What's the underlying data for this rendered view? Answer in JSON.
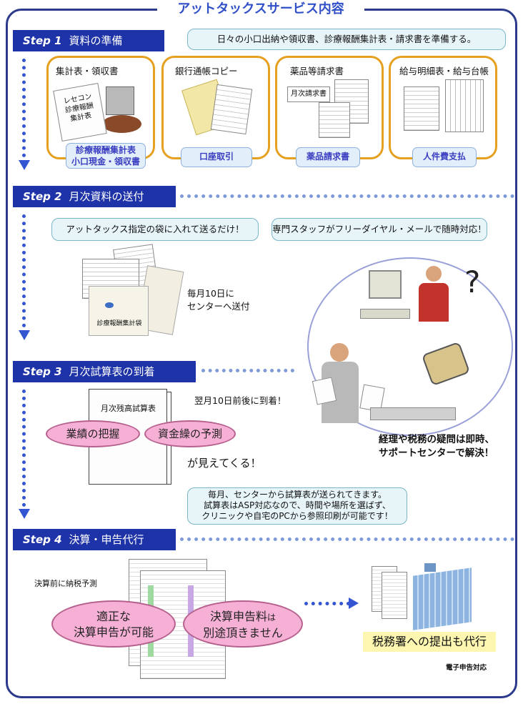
{
  "title": "アットタックスサービス内容",
  "step1": {
    "num": "Step 1",
    "label": "資料の準備",
    "note": "日々の小口出納や領収書、診療報酬集計表・請求書を準備する。",
    "cards": [
      {
        "title": "集計表・領収書",
        "tag": "診療報酬集計表\n小口現金・領収書",
        "doc_text": "レセコン\n診療報酬\n集計表"
      },
      {
        "title": "銀行通帳コピー",
        "tag": "口座取引"
      },
      {
        "title": "薬品等請求書",
        "tag": "薬品請求書",
        "doc_text": "月次請求書"
      },
      {
        "title": "給与明細表・給与台帳",
        "tag": "人件費支払"
      }
    ]
  },
  "step2": {
    "num": "Step 2",
    "label": "月次資料の送付",
    "note_left": "アットタックス指定の袋に入れて送るだけ！",
    "note_right": "専門スタッフがフリーダイヤル・メールで随時対応！",
    "bag_text": "診療報酬集計袋",
    "send_text": "毎月10日に\nセンターへ送付"
  },
  "step3": {
    "num": "Step 3",
    "label": "月次試算表の到着",
    "doc_title": "月次残高試算表",
    "arrive_text": "翌月10日前後に到着！",
    "oval_left": "業績の把握",
    "oval_right": "資金繰の予測",
    "visible_text": "が見えてくる！",
    "support_text": "経理や税務の疑問は即時、\nサポートセンターで解決！",
    "note": "毎月、センターから試算表が送られてきます。\n試算表はASP対応なので、時間や場所を選ばず、\nクリニックや自宅のPCから参照印刷が可能です！"
  },
  "step4": {
    "num": "Step 4",
    "label": "決算・申告代行",
    "pre_text": "決算前に納税予測",
    "oval_left": "適正な\n決算申告が可能",
    "oval_right_big": "決算申告料",
    "oval_right_small": "は",
    "oval_right_line2": "別途頂きません",
    "tax_office": "税務署への提出も代行",
    "e_filing": "電子申告対応"
  },
  "colors": {
    "primary": "#1f33a8",
    "accent": "#e6a020",
    "oval": "#f6b0d6",
    "note_bg": "#e7f4f8",
    "title": "#3050c8"
  },
  "icons": [
    "question-mark-icon",
    "telephone-icon",
    "office-building-icon",
    "computer-icon",
    "arrow-right-icon"
  ]
}
